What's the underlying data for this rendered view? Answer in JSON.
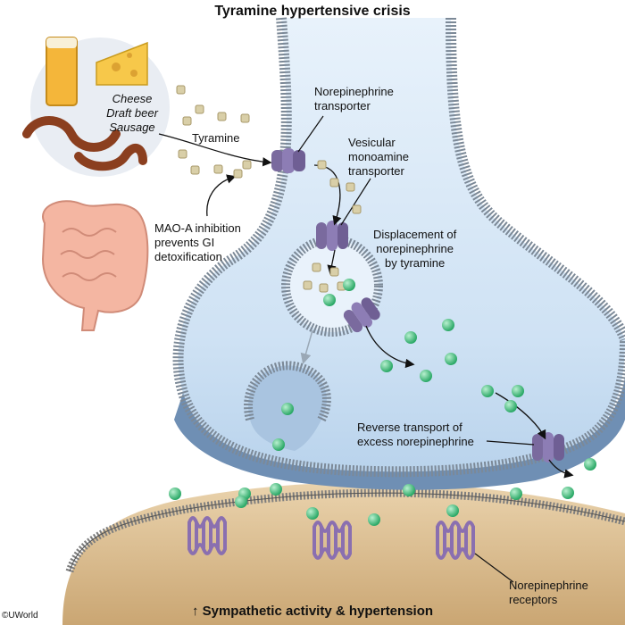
{
  "title": "Tyramine hypertensive crisis",
  "foods": [
    "Cheese",
    "Draft beer",
    "Sausage"
  ],
  "labels": {
    "tyramine": "Tyramine",
    "net_line1": "Norepinephrine",
    "net_line2": "transporter",
    "vmat_line1": "Vesicular",
    "vmat_line2": "monoamine",
    "vmat_line3": "transporter",
    "displacement_line1": "Displacement of",
    "displacement_line2": "norepinephrine",
    "displacement_line3": "by tyramine",
    "maoa_line1": "MAO-A inhibition",
    "maoa_line2": "prevents GI",
    "maoa_line3": "detoxification",
    "reverse_line1": "Reverse transport of",
    "reverse_line2": "excess norepinephrine",
    "receptors_line1": "Norepinephrine",
    "receptors_line2": "receptors"
  },
  "bottom_caption": "↑ Sympathetic activity & hypertension",
  "copyright": "©UWorld",
  "colors": {
    "cytoplasm": "#d4e6f7",
    "terminal_outer": "#5d7fa6",
    "membrane": "#6a7a8c",
    "postsynaptic": "#e2c9a0",
    "transporter": "#8a7aab",
    "norepinephrine": "#3dbf7a",
    "tyramine": "#d9cfa8",
    "receptor": "#8a6fb0"
  }
}
